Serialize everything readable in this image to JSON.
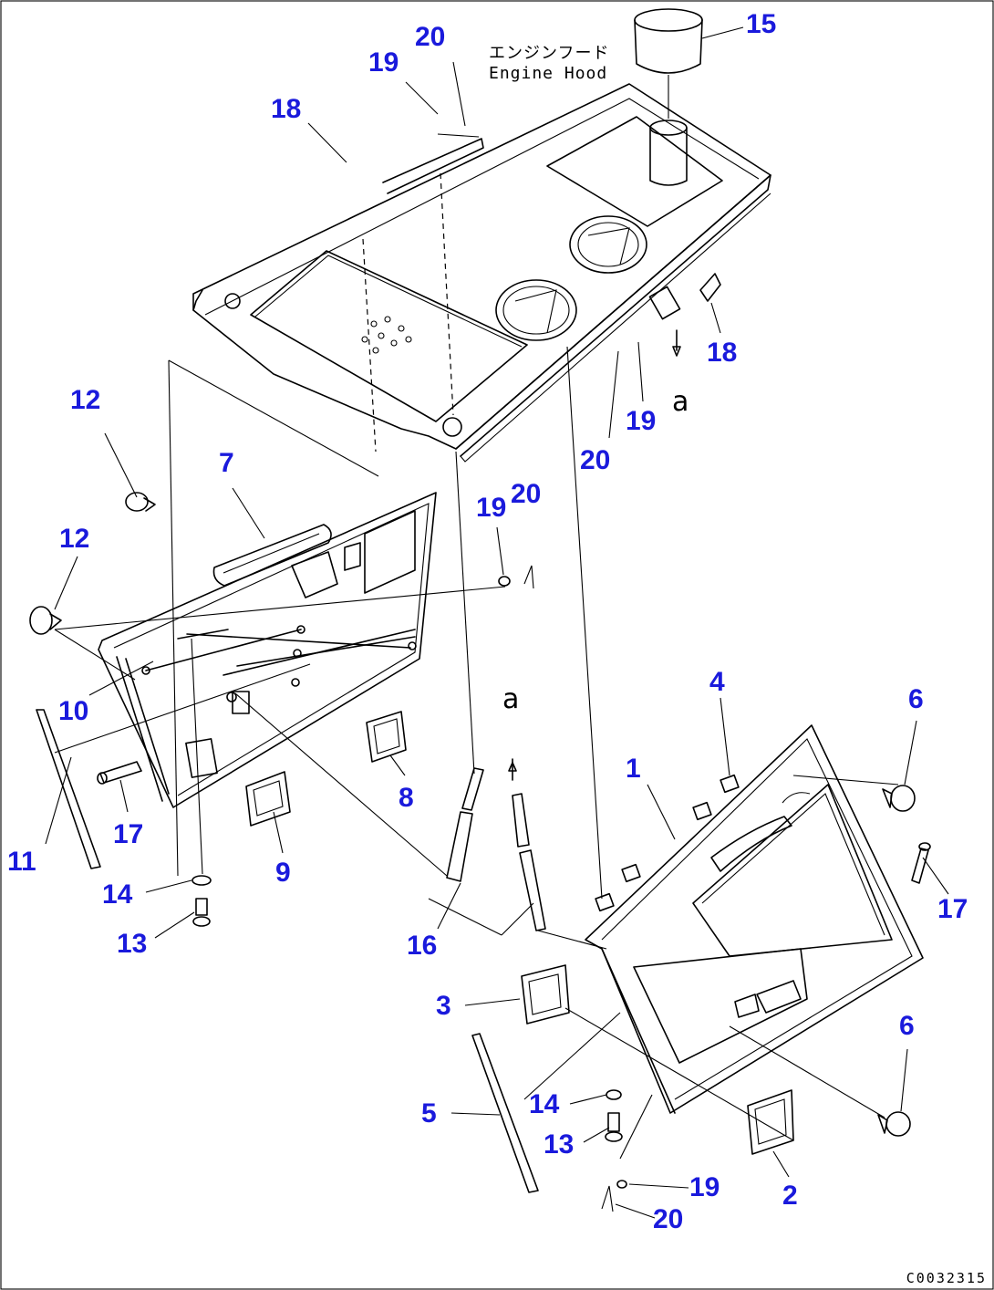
{
  "callouts": [
    {
      "id": "c15",
      "label": "15"
    },
    {
      "id": "c20a",
      "label": "20"
    },
    {
      "id": "c19a",
      "label": "19"
    },
    {
      "id": "c18a",
      "label": "18"
    },
    {
      "id": "c18b",
      "label": "18"
    },
    {
      "id": "c19b",
      "label": "19"
    },
    {
      "id": "c20b",
      "label": "20"
    },
    {
      "id": "c12a",
      "label": "12"
    },
    {
      "id": "c7",
      "label": "7"
    },
    {
      "id": "c19c",
      "label": "19"
    },
    {
      "id": "c20c",
      "label": "20"
    },
    {
      "id": "c12b",
      "label": "12"
    },
    {
      "id": "c10",
      "label": "10"
    },
    {
      "id": "c4",
      "label": "4"
    },
    {
      "id": "c6a",
      "label": "6"
    },
    {
      "id": "c1",
      "label": "1"
    },
    {
      "id": "c8",
      "label": "8"
    },
    {
      "id": "c17a",
      "label": "17"
    },
    {
      "id": "c11",
      "label": "11"
    },
    {
      "id": "c9",
      "label": "9"
    },
    {
      "id": "c17b",
      "label": "17"
    },
    {
      "id": "c14a",
      "label": "14"
    },
    {
      "id": "c13a",
      "label": "13"
    },
    {
      "id": "c16",
      "label": "16"
    },
    {
      "id": "c3",
      "label": "3"
    },
    {
      "id": "c6b",
      "label": "6"
    },
    {
      "id": "c14b",
      "label": "14"
    },
    {
      "id": "c5",
      "label": "5"
    },
    {
      "id": "c13b",
      "label": "13"
    },
    {
      "id": "c19d",
      "label": "19"
    },
    {
      "id": "c2",
      "label": "2"
    },
    {
      "id": "c20d",
      "label": "20"
    }
  ],
  "reference_marks": [
    {
      "id": "ra1",
      "label": "a"
    },
    {
      "id": "ra2",
      "label": "a"
    }
  ],
  "hood_label": {
    "japanese": "エンジンフード",
    "english": "Engine Hood"
  },
  "drawing_code": "C0032315",
  "colors": {
    "callout": "#1a1adc",
    "linework": "#000000",
    "background": "#ffffff"
  }
}
